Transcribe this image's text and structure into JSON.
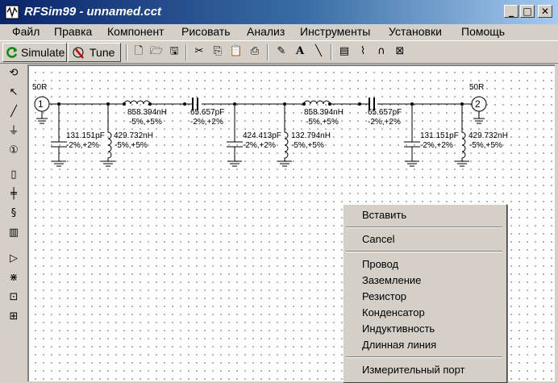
{
  "window": {
    "title": "RFSim99 - unnamed.cct",
    "minimize": "_",
    "maximize": "□",
    "close": "✕"
  },
  "menu": [
    "Файл",
    "Правка",
    "Компонент",
    "Рисовать",
    "Анализ",
    "Инструменты",
    "Установки",
    "Помощь"
  ],
  "toolbar": {
    "simulate": "Simulate",
    "tune": "Tune"
  },
  "schematic": {
    "port1": {
      "number": "1",
      "impedance": "50R"
    },
    "port2": {
      "number": "2",
      "impedance": "50R"
    },
    "series": [
      {
        "value": "858.394nH",
        "tol": "-5%,+5%"
      },
      {
        "value": "65.657pF",
        "tol": "-2%,+2%"
      },
      {
        "value": "858.394nH",
        "tol": "-5%,+5%"
      },
      {
        "value": "65.657pF",
        "tol": "-2%,+2%"
      }
    ],
    "shunt": [
      {
        "value": "131.151pF",
        "tol": "-2%,+2%"
      },
      {
        "value": "429.732nH",
        "tol": "-5%,+5%"
      },
      {
        "value": "424.413pF",
        "tol": "-2%,+2%"
      },
      {
        "value": "132.794nH",
        "tol": "-5%,+5%"
      },
      {
        "value": "131.151pF",
        "tol": "-2%,+2%"
      },
      {
        "value": "429.732nH",
        "tol": "-5%,+5%"
      }
    ]
  },
  "context_menu": {
    "paste": "Вставить",
    "cancel": "Cancel",
    "wire": "Провод",
    "ground": "Заземление",
    "resistor": "Резистор",
    "capacitor": "Конденсатор",
    "inductor": "Индуктивность",
    "line": "Длинная линия",
    "port": "Измерительный порт"
  }
}
